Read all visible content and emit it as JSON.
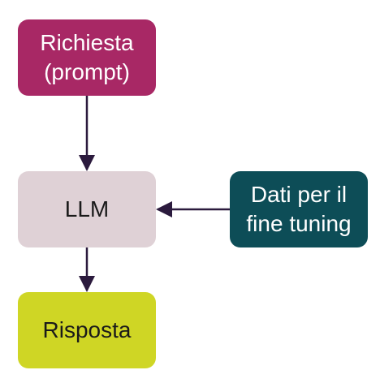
{
  "nodes": {
    "request": {
      "label": "Richiesta\n(prompt)",
      "color": "#a82865"
    },
    "llm": {
      "label": "LLM",
      "color": "#dfd1d6"
    },
    "finetune": {
      "label": "Dati per il\nfine tuning",
      "color": "#0d4d57"
    },
    "response": {
      "label": "Risposta",
      "color": "#cfd625"
    }
  },
  "edges": [
    {
      "from": "request",
      "to": "llm"
    },
    {
      "from": "finetune",
      "to": "llm"
    },
    {
      "from": "llm",
      "to": "response"
    }
  ],
  "arrow_color": "#2b1a3d"
}
